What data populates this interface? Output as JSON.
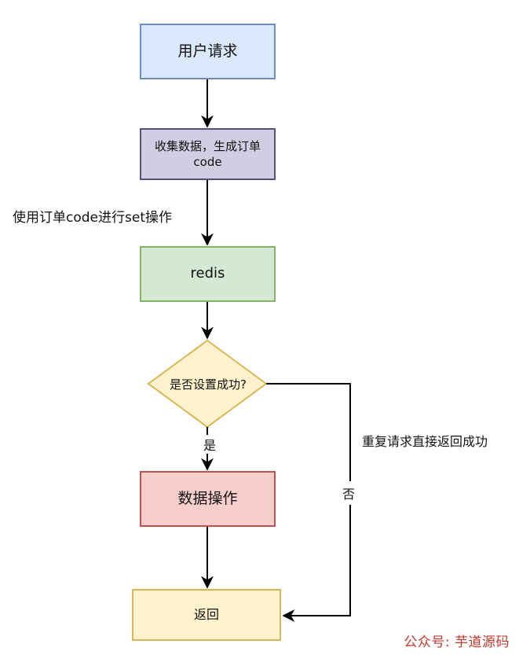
{
  "nodes": {
    "user_request": "用户请求",
    "collect_line1": "收集数据，生成订单",
    "collect_line2": "code",
    "redis": "redis",
    "decision": "是否设置成功?",
    "data_operation": "数据操作",
    "return": "返回"
  },
  "edge_labels": {
    "set_operation": "使用订单code进行set操作",
    "yes": "是",
    "no": "否",
    "repeat_request": "重复请求直接返回成功"
  },
  "watermark": "公众号: 芋道源码",
  "colors": {
    "blue_fill": "#dae8fc",
    "purple_fill": "#d0cee2",
    "green_fill": "#d5e8d4",
    "yellow_fill": "#fff2cc",
    "red_fill": "#f8cecc",
    "watermark": "#c0392b"
  }
}
